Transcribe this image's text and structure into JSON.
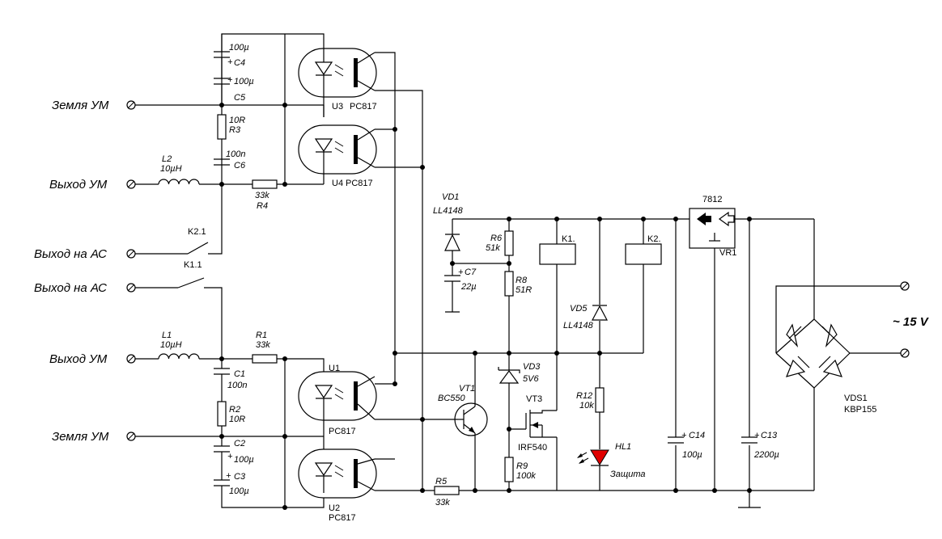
{
  "terminals": {
    "t1": "Земля УМ",
    "t2": "Выход УМ",
    "t3": "Выход на АС",
    "t4": "Выход на АС",
    "t5": "Выход УМ",
    "t6": "Земля УМ",
    "supply": "~ 15 V"
  },
  "components": {
    "C4": {
      "ref": "C4",
      "value": "100µ"
    },
    "C5": {
      "ref": "C5",
      "value": "100µ"
    },
    "R3": {
      "ref": "R3",
      "value": "10R"
    },
    "C6": {
      "ref": "C6",
      "value": "100n"
    },
    "L2": {
      "ref": "L2",
      "value": "10µH"
    },
    "R4": {
      "ref": "R4",
      "value": "33k"
    },
    "U3": {
      "ref": "U3",
      "value": "PC817"
    },
    "U4": {
      "ref": "U4",
      "value": "PC817"
    },
    "K21": {
      "ref": "K2.1"
    },
    "K11": {
      "ref": "K1.1"
    },
    "L1": {
      "ref": "L1",
      "value": "10µH"
    },
    "R1": {
      "ref": "R1",
      "value": "33k"
    },
    "C1": {
      "ref": "C1",
      "value": "100n"
    },
    "R2": {
      "ref": "R2",
      "value": "10R"
    },
    "C2": {
      "ref": "C2",
      "value": "100µ"
    },
    "C3": {
      "ref": "C3",
      "value": "100µ"
    },
    "U1": {
      "ref": "U1",
      "value": "PC817"
    },
    "U2": {
      "ref": "U2",
      "value": "PC817"
    },
    "VD1": {
      "ref": "VD1",
      "value": "LL4148"
    },
    "C7": {
      "ref": "C7",
      "value": "22µ"
    },
    "R6": {
      "ref": "R6",
      "value": "51k"
    },
    "R8": {
      "ref": "R8",
      "value": "51R"
    },
    "VD3": {
      "ref": "VD3",
      "value": "5V6"
    },
    "VT1": {
      "ref": "VT1",
      "value": "BC550"
    },
    "VT3": {
      "ref": "VT3",
      "value": "IRF540"
    },
    "R9": {
      "ref": "R9",
      "value": "100k"
    },
    "R5": {
      "ref": "R5",
      "value": "33k"
    },
    "K1": {
      "ref": "K1."
    },
    "K2": {
      "ref": "K2."
    },
    "VD5": {
      "ref": "VD5",
      "value": "LL4148"
    },
    "R12": {
      "ref": "R12",
      "value": "10k"
    },
    "HL1": {
      "ref": "HL1",
      "value": "Защита"
    },
    "C14": {
      "ref": "C14",
      "value": "100µ"
    },
    "VR1": {
      "ref": "VR1",
      "value": "7812"
    },
    "C13": {
      "ref": "C13",
      "value": "2200µ"
    },
    "VDS1": {
      "ref": "VDS1",
      "value": "KBP155"
    }
  },
  "plus": "+",
  "colors": {
    "wire": "#000000",
    "led": "#e00000",
    "background": "#ffffff"
  }
}
